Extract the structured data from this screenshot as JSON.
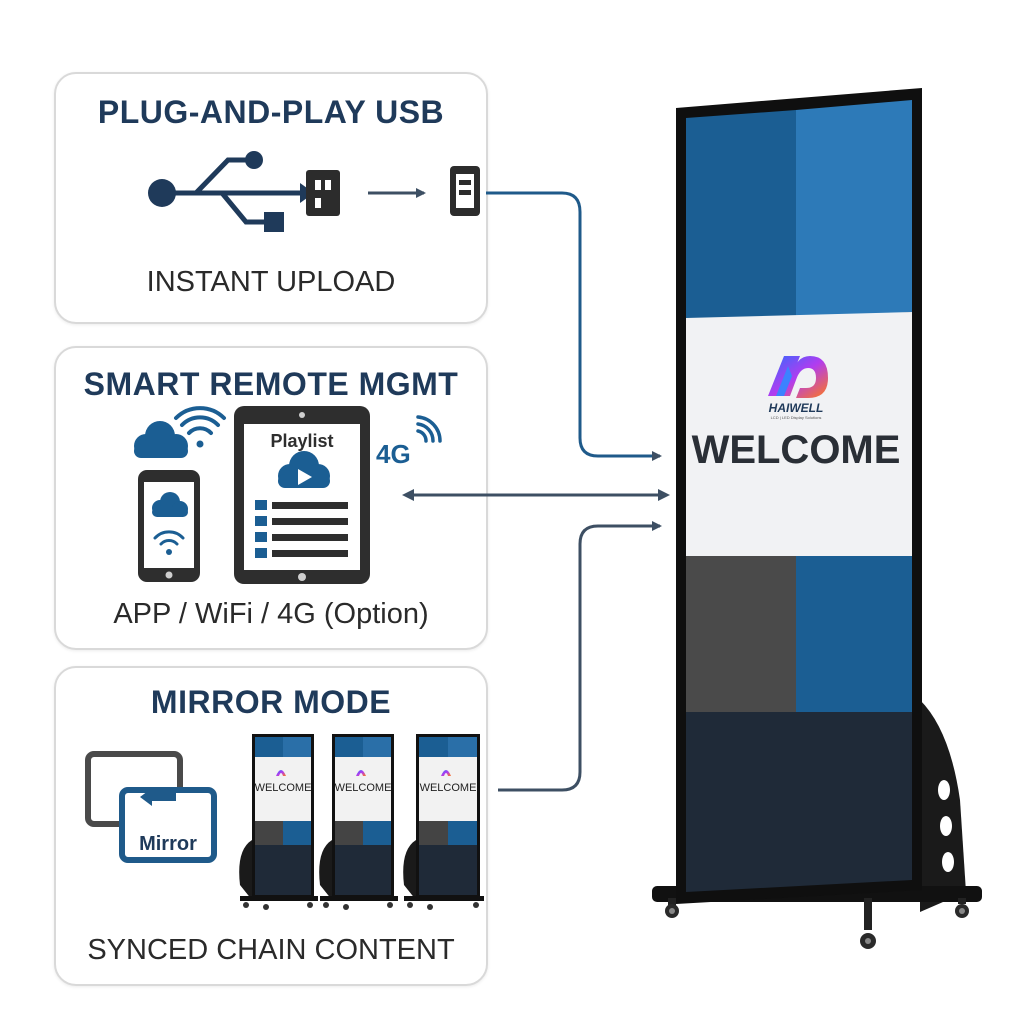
{
  "panels": {
    "usb": {
      "title": "PLUG-AND-PLAY USB",
      "caption": "INSTANT UPLOAD",
      "icons": [
        "usb-trident-icon",
        "usb-plug-icon",
        "arrow-right-icon",
        "usb-port-icon"
      ]
    },
    "remote": {
      "title": "SMART REMOTE MGMT",
      "caption": "APP / WiFi / 4G (Option)",
      "tablet_label": "Playlist",
      "network_label": "4G",
      "icons": [
        "cloud-icon",
        "wifi-icon",
        "smartphone-icon",
        "tablet-icon",
        "play-icon",
        "signal-icon"
      ]
    },
    "mirror": {
      "title": "MIRROR MODE",
      "caption": "SYNCED CHAIN CONTENT",
      "mirror_label": "Mirror",
      "mini_kiosk_text": "WELCOME",
      "icons": [
        "mirror-screens-icon"
      ]
    }
  },
  "kiosk": {
    "brand": "HAIWELL",
    "brand_tagline": "LCD | LED Display Solutions",
    "welcome_text": "WELCOME"
  },
  "colors": {
    "navy": "#1f3a5a",
    "blue": "#1b5e93",
    "frame": "#111111",
    "connector": "#3d4f63"
  }
}
